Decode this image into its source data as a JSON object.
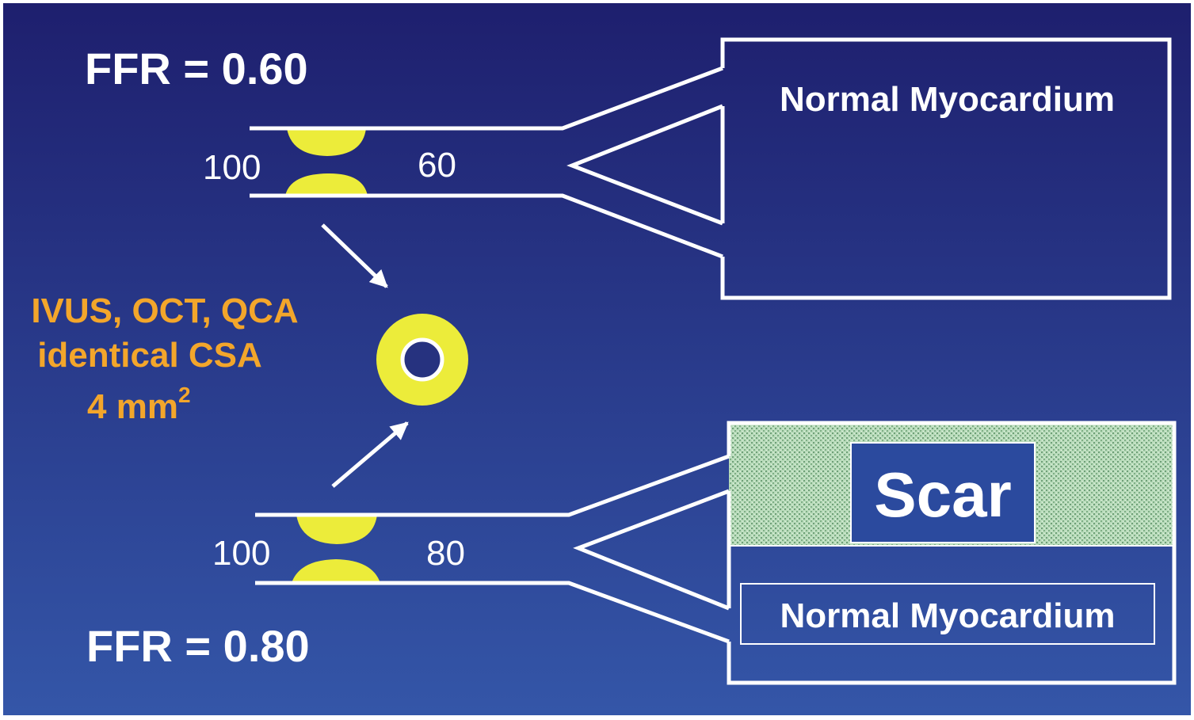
{
  "top_case": {
    "ffr_label": "FFR = 0.60",
    "pressure_proximal": "100",
    "pressure_distal": "60",
    "territory_label": "Normal Myocardium"
  },
  "imaging": {
    "line1": "IVUS, OCT, QCA",
    "line2": "identical CSA",
    "line3_value": "4 mm",
    "line3_superscript": "2"
  },
  "bottom_case": {
    "ffr_label": "FFR = 0.80",
    "pressure_proximal": "100",
    "pressure_distal": "80",
    "scar_label": "Scar",
    "territory_label": "Normal Myocardium"
  },
  "colors": {
    "background_top": "#1e1f6e",
    "background_bottom": "#3456a8",
    "line": "#ffffff",
    "plaque": "#ecec3a",
    "imaging_text": "#f3a62b",
    "scar_fill": "#a8d0ac",
    "scar_label_box": "#2b4a9e",
    "label_text": "#ffffff"
  }
}
